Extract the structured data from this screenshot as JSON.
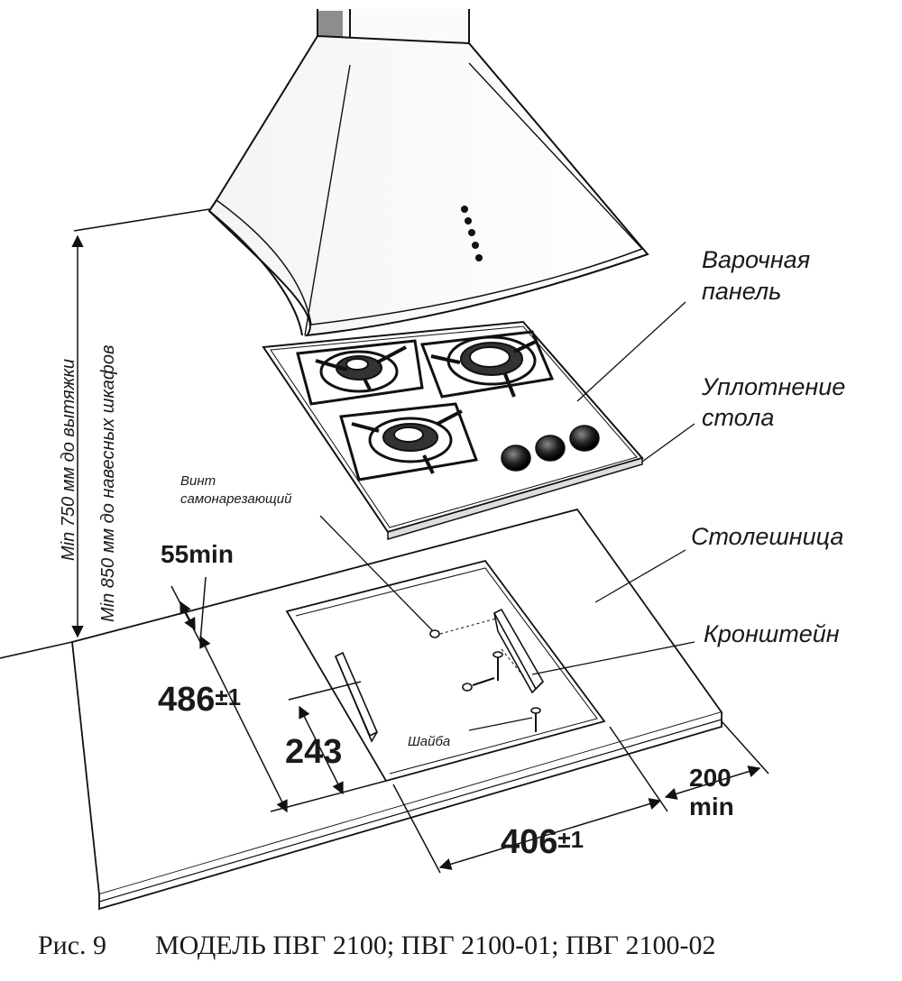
{
  "labels": {
    "cooktop": [
      "Варочная",
      "панель"
    ],
    "seal": [
      "Уплотнение",
      "стола"
    ],
    "countertop": "Столешница",
    "bracket": "Кронштейн",
    "screw": [
      "Винт",
      "самонарезающий"
    ],
    "washer": "Шайба"
  },
  "dimensions": {
    "min_55": "55min",
    "depth": "486",
    "depth_tol": "±1",
    "bracket_offset": "243",
    "width": "406",
    "width_tol": "±1",
    "side_200": "200",
    "side_min": "min"
  },
  "vertical_notes": {
    "hood": "Min 750 мм до вытяжки",
    "cabinets": "Min 850 мм до навесных шкафов"
  },
  "caption": {
    "figure": "Рис. 9",
    "models": "МОДЕЛЬ ПВГ 2100; ПВГ 2100-01; ПВГ 2100-02"
  }
}
